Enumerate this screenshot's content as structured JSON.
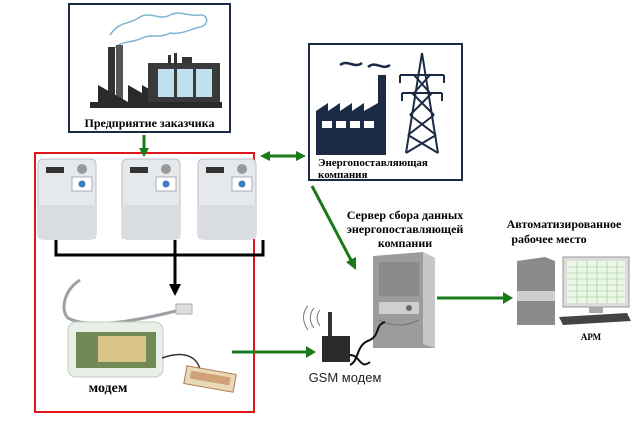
{
  "title": "Схема сбора данных учета электроэнергии",
  "nodes": {
    "customer": {
      "label": "Предприятие заказчика",
      "icon": "factory-icon"
    },
    "supplier": {
      "label": "Энергопоставляющая компания",
      "label_line1": "Энергопоставляющая",
      "label_line2": "компания",
      "icon": "power-plant-tower-icon"
    },
    "meters": {
      "count": 3,
      "icon": "electricity-meter-icon"
    },
    "modem": {
      "label": "модем",
      "icon": "modem-board-icon"
    },
    "gsm_modem": {
      "label": "GSM модем",
      "icon": "gsm-modem-icon"
    },
    "server": {
      "label_line1": "Сервер сбора данных",
      "label_line2": "энергопоставляющей",
      "label_line3": "компании",
      "icon": "server-tower-icon"
    },
    "workstation": {
      "label_line1": "Автоматизированное",
      "label_line2": "рабочее место",
      "caption": "АРМ",
      "icon": "workstation-icon"
    }
  },
  "edges": [
    {
      "from": "customer",
      "to": "meters",
      "direction": "one-way"
    },
    {
      "from": "meters",
      "to": "supplier",
      "direction": "two-way"
    },
    {
      "from": "supplier",
      "to": "server",
      "direction": "one-way"
    },
    {
      "from": "meters",
      "to": "modem",
      "direction": "one-way"
    },
    {
      "from": "modem",
      "to": "gsm_modem",
      "direction": "one-way"
    },
    {
      "from": "server",
      "to": "workstation",
      "direction": "one-way"
    }
  ],
  "colors": {
    "arrow_green": "#1a7a1a",
    "group_border_red": "#e0141b",
    "box_border_navy": "#1c2b45",
    "icon_navy": "#1c2b45",
    "bus_black": "#000000"
  }
}
